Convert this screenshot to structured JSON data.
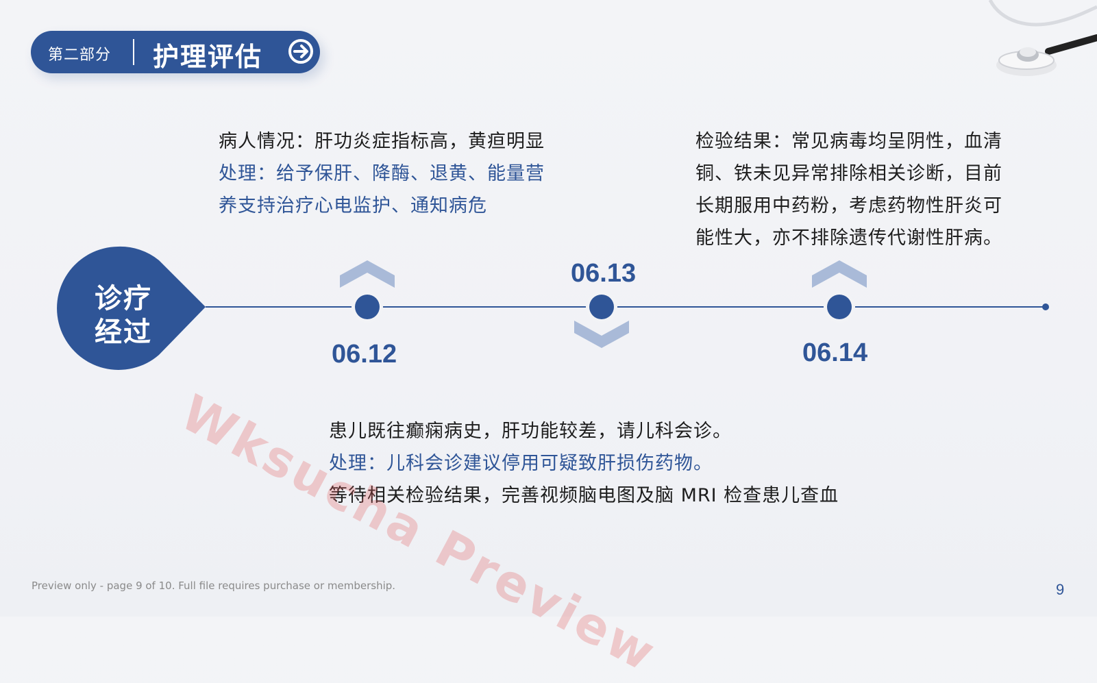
{
  "header": {
    "section_label": "第二部分",
    "title": "护理评估"
  },
  "badge": {
    "line1": "诊疗",
    "line2": "经过"
  },
  "timeline": {
    "dates": [
      "06.12",
      "06.13",
      "06.14"
    ]
  },
  "events": {
    "d0612": {
      "line1": "病人情况：肝功炎症指标高，黄疸明显",
      "line2": "处理：给予保肝、降酶、退黄、能量营",
      "line3": "养支持治疗心电监护、通知病危"
    },
    "d0613": {
      "line1": "患儿既往癫痫病史，肝功能较差，请儿科会诊。",
      "line2": "处理：儿科会诊建议停用可疑致肝损伤药物。",
      "line3": "等待相关检验结果，完善视频脑电图及脑 MRI 检查患儿查血"
    },
    "d0614": {
      "line1": "检验结果：常见病毒均呈阴性，血清",
      "line2": "铜、铁未见异常排除相关诊断，目前",
      "line3": "长期服用中药粉，考虑药物性肝炎可",
      "line4": "能性大，亦不排除遗传代谢性肝病。"
    }
  },
  "watermark": "Wksucha Preview",
  "footer": {
    "note": "Preview only - page 9 of 10. Full file requires purchase or membership.",
    "page_number": "9"
  },
  "colors": {
    "primary": "#2f5597",
    "text": "#1d1d1d",
    "light_chevron": "#a9bad8",
    "background": "#f2f3f6"
  },
  "icons": [
    "arrow-right-circle-icon",
    "stethoscope-icon",
    "chevron-up-icon",
    "chevron-down-icon"
  ]
}
